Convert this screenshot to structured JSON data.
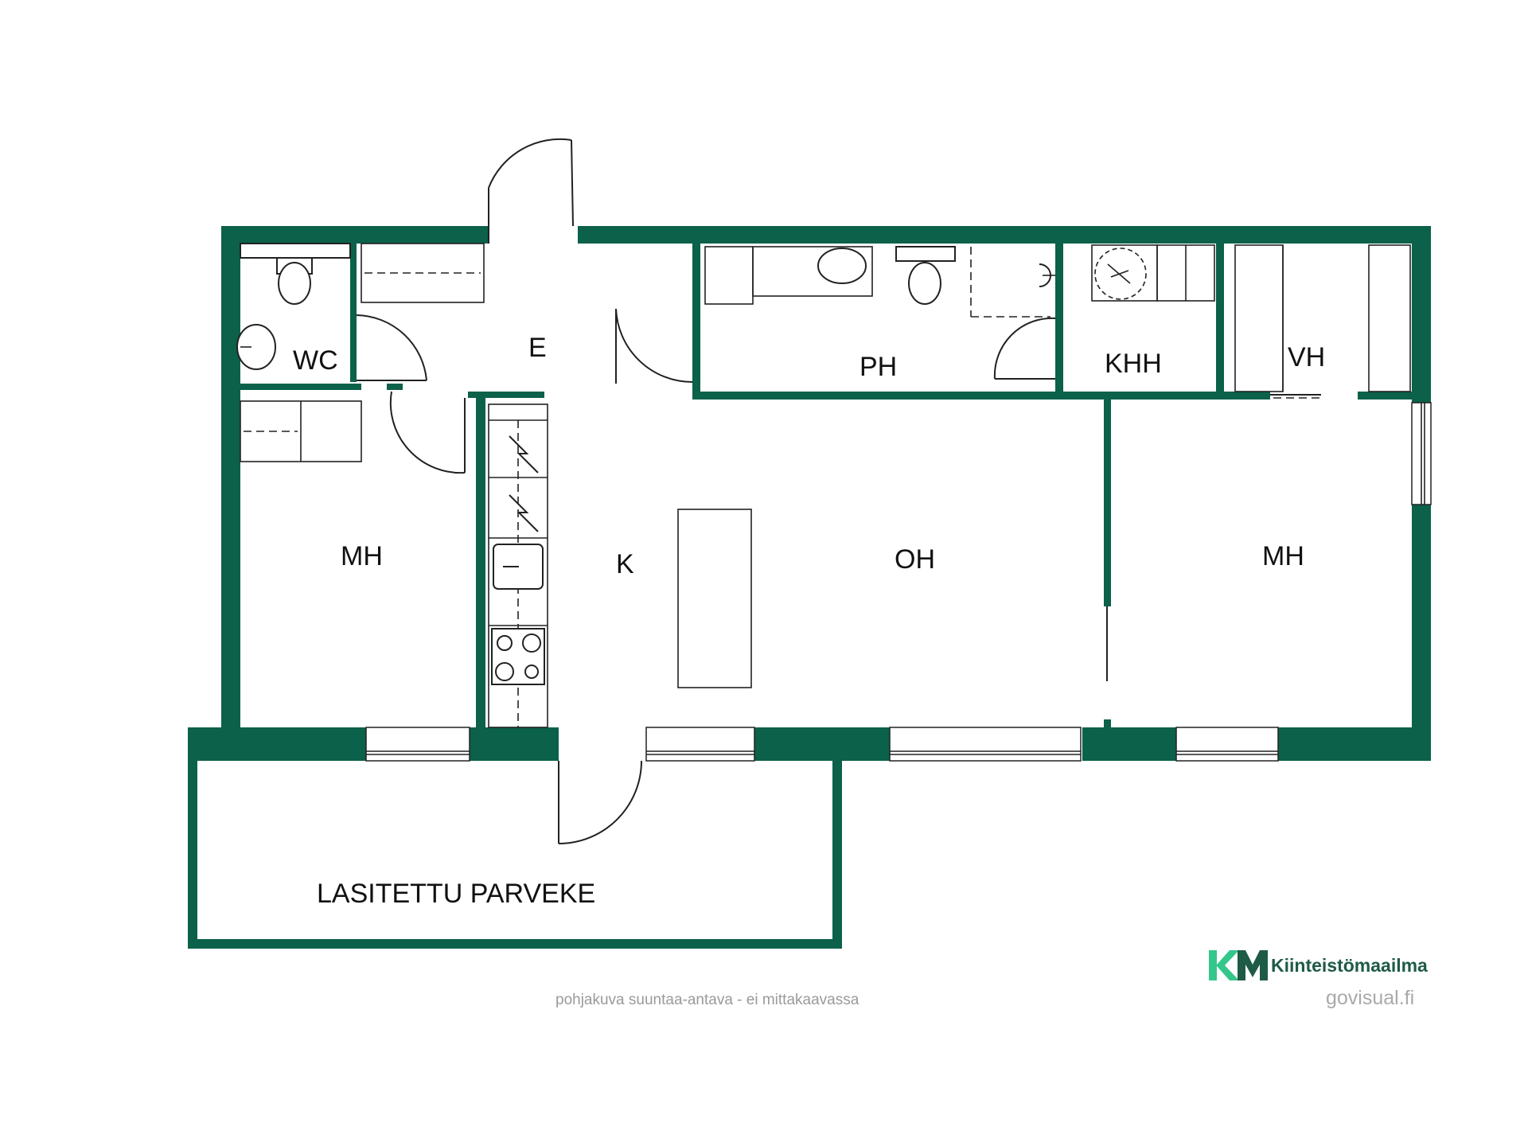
{
  "colors": {
    "wall": "#0b6149",
    "brand_dark": "#1e5b46",
    "brand_light": "#34c68a"
  },
  "rooms": {
    "wc": "WC",
    "entrance": "E",
    "bathroom": "PH",
    "utility": "KHH",
    "wardrobe": "VH",
    "bedroom_left": "MH",
    "kitchen": "K",
    "living": "OH",
    "bedroom_right": "MH",
    "balcony": "LASITETTU PARVEKE"
  },
  "footer": {
    "note": "pohjakuva suuntaa-antava - ei mittakaavassa",
    "brand_name": "Kiinteistömaailma",
    "brand_icon": "km-logo",
    "credit": "govisual.fi"
  }
}
